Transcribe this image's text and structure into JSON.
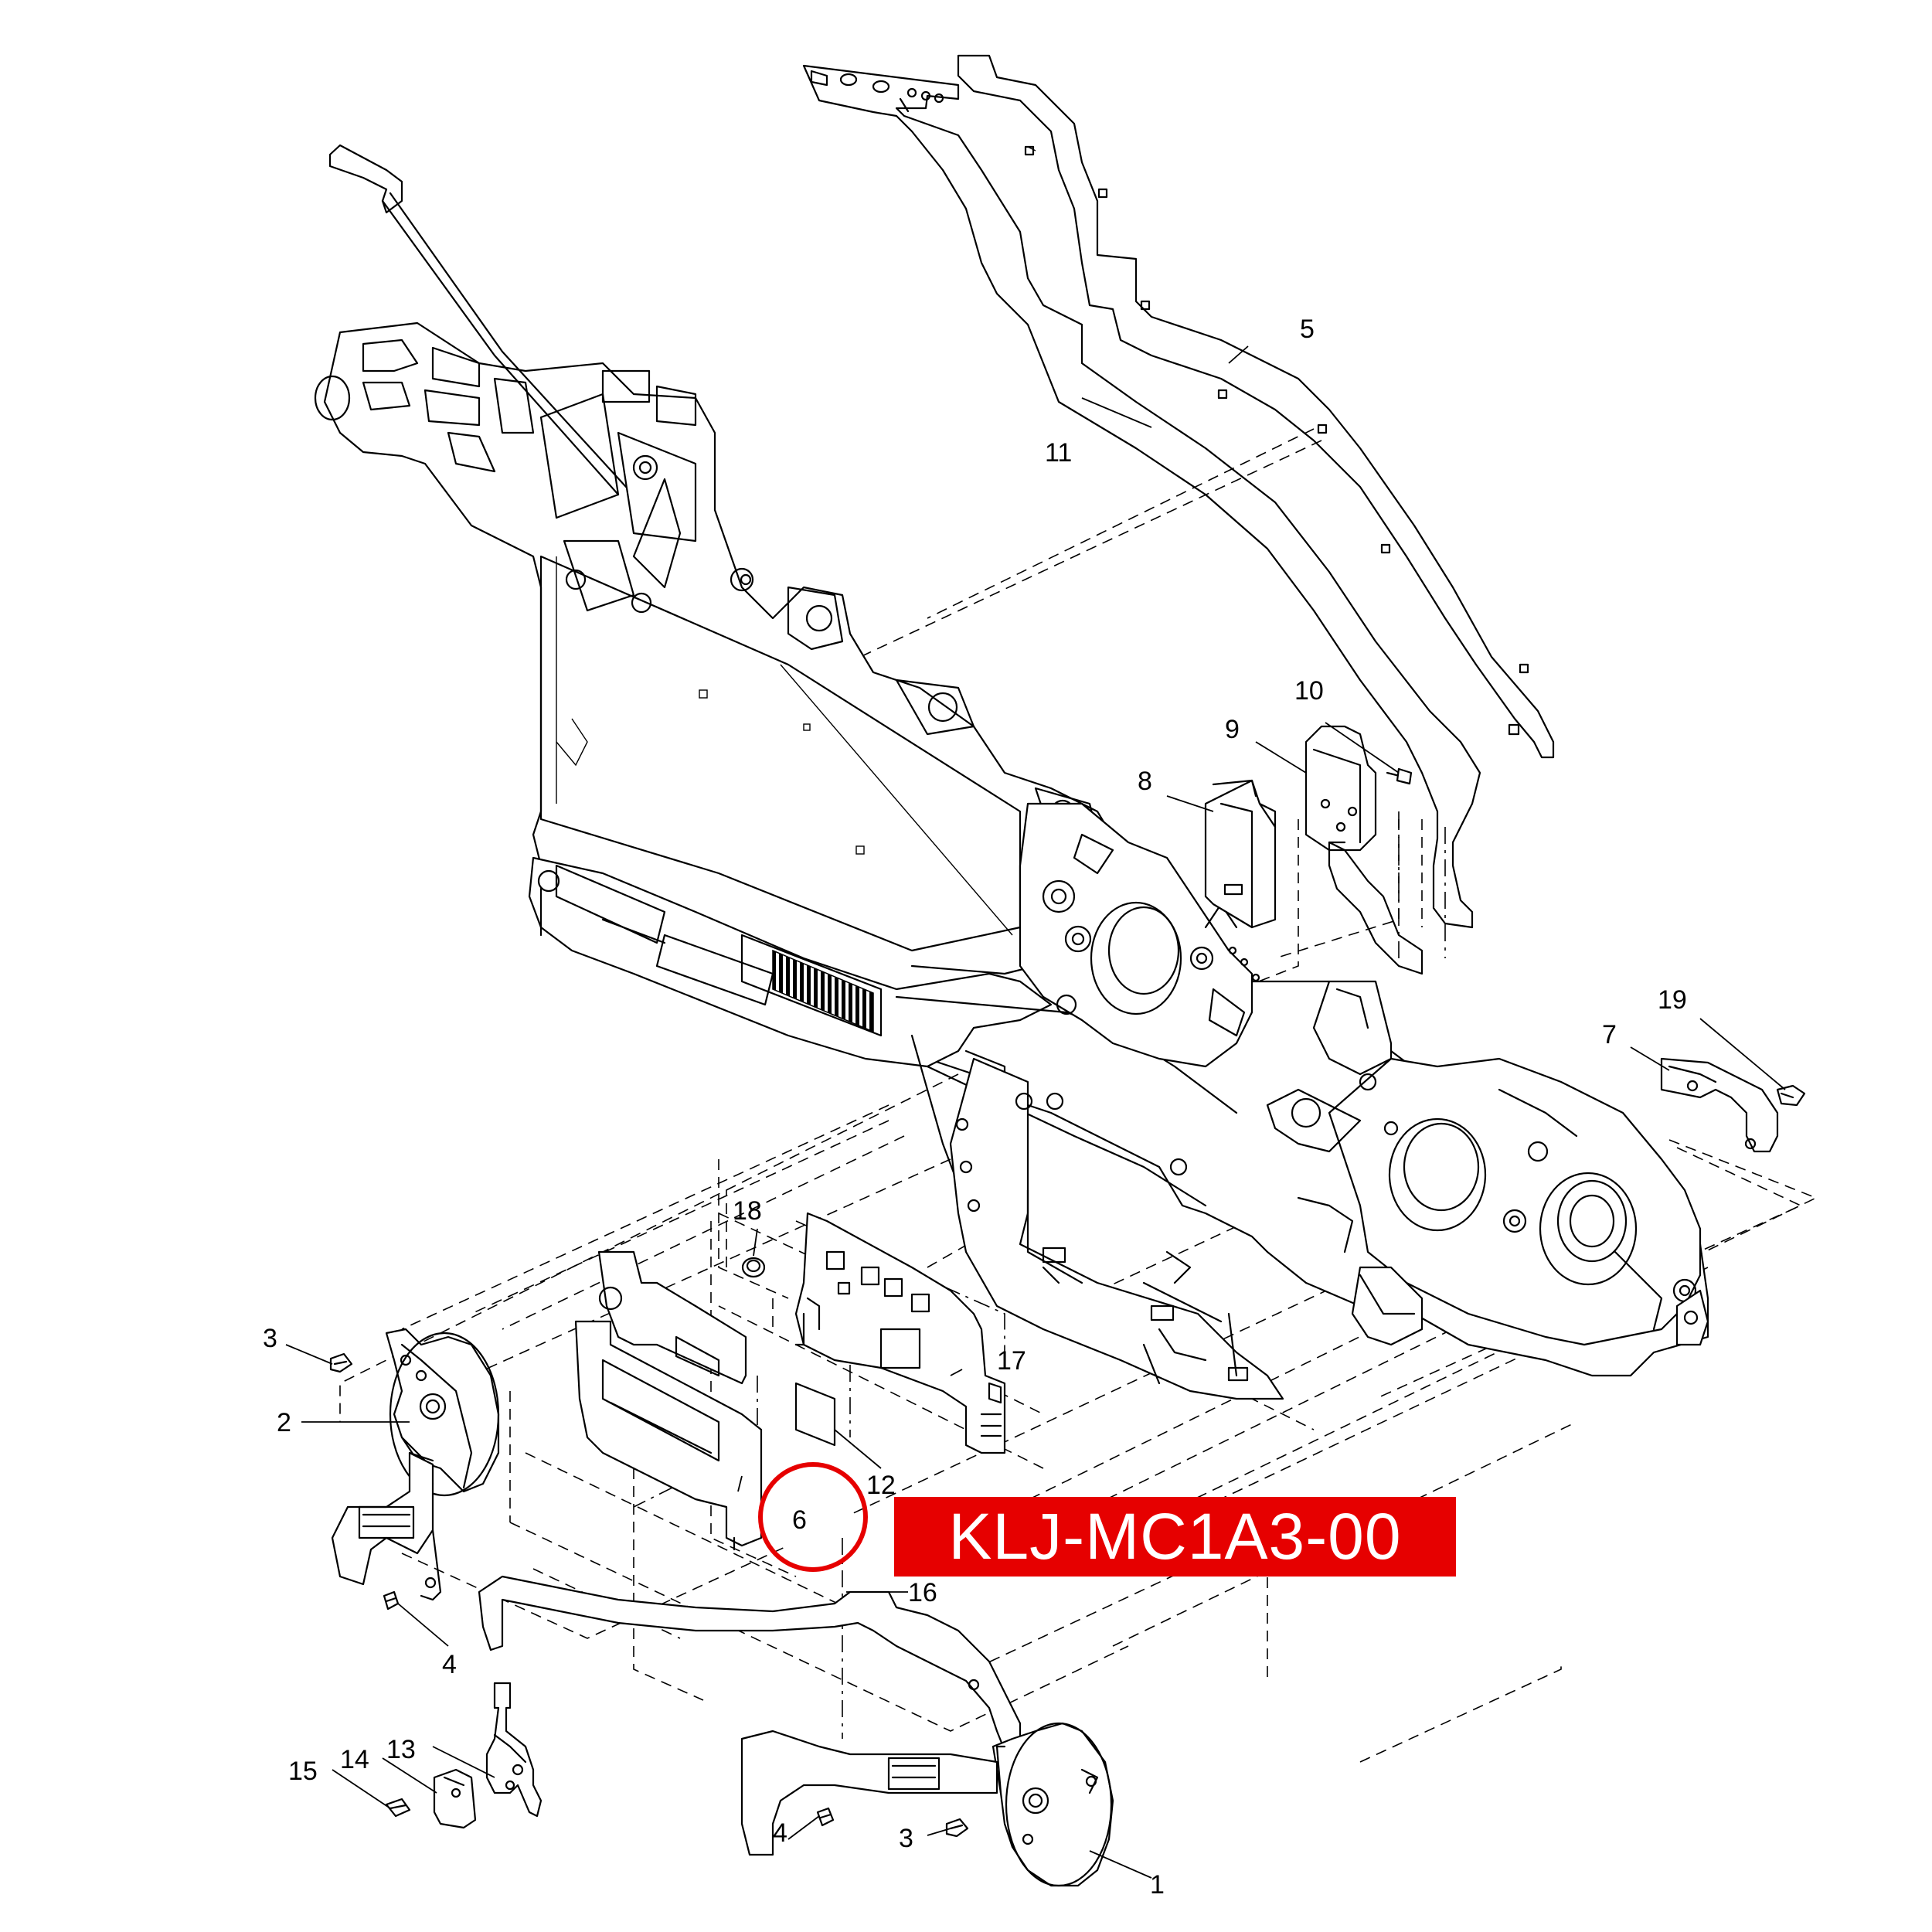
{
  "callouts": [
    {
      "id": "1",
      "label": "1"
    },
    {
      "id": "2",
      "label": "2"
    },
    {
      "id": "3a",
      "label": "3"
    },
    {
      "id": "3b",
      "label": "3"
    },
    {
      "id": "4a",
      "label": "4"
    },
    {
      "id": "4b",
      "label": "4"
    },
    {
      "id": "5",
      "label": "5"
    },
    {
      "id": "6",
      "label": "6"
    },
    {
      "id": "7",
      "label": "7"
    },
    {
      "id": "8",
      "label": "8"
    },
    {
      "id": "9",
      "label": "9"
    },
    {
      "id": "10",
      "label": "10"
    },
    {
      "id": "11",
      "label": "11"
    },
    {
      "id": "12",
      "label": "12"
    },
    {
      "id": "13",
      "label": "13"
    },
    {
      "id": "14",
      "label": "14"
    },
    {
      "id": "15",
      "label": "15"
    },
    {
      "id": "16",
      "label": "16"
    },
    {
      "id": "17",
      "label": "17"
    },
    {
      "id": "18",
      "label": "18"
    },
    {
      "id": "19",
      "label": "19"
    }
  ],
  "banner": {
    "part_number": "KLJ-MC1A3-00",
    "background_color": "#e60000",
    "text_color": "#ffffff"
  },
  "highlight": {
    "target_callout": "6",
    "color": "#e60000"
  }
}
